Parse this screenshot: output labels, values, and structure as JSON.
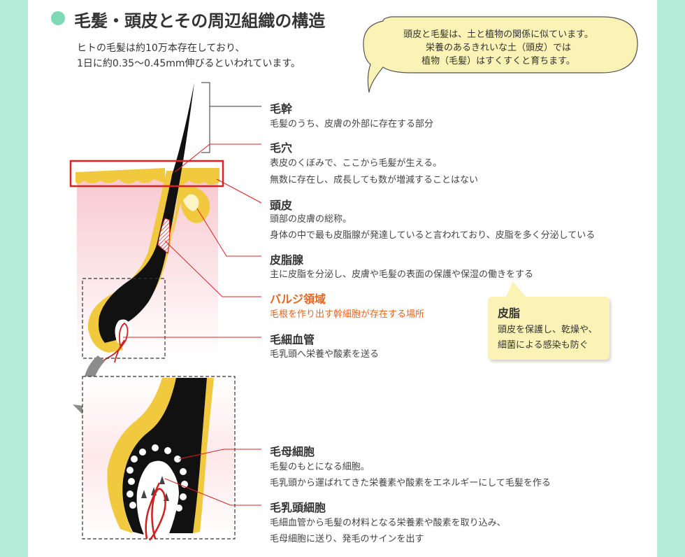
{
  "header": {
    "title": "毛髪・頭皮とその周辺組織の構造",
    "subtitle_line1": "ヒトの毛髪は約10万本存在しており、",
    "subtitle_line2": "1日に約0.35〜0.45mm伸びるといわれています。"
  },
  "bubble": {
    "line1": "頭皮と毛髪は、土と植物の関係に似ています。",
    "line2": "栄養のあるきれいな土（頭皮）では",
    "line3": "植物（毛髪）はすくすくと育ちます。"
  },
  "labels": [
    {
      "title": "毛幹",
      "desc1": "毛髪のうち、皮膚の外部に存在する部分"
    },
    {
      "title": "毛穴",
      "desc1": "表皮のくぼみで、ここから毛髪が生える。",
      "desc2": "無数に存在し、成長しても数が増減することはない"
    },
    {
      "title": "頭皮",
      "desc1": "頭部の皮膚の総称。",
      "desc2": "身体の中で最も皮脂腺が発達していると言われており、皮脂を多く分泌している"
    },
    {
      "title": "皮脂腺",
      "desc1": "主に皮脂を分泌し、皮膚や毛髪の表面の保護や保湿の働きをする"
    },
    {
      "title": "バルジ領域",
      "desc1": "毛根を作り出す幹細胞が存在する場所"
    },
    {
      "title": "毛細血管",
      "desc1": "毛乳頭へ栄養や酸素を送る"
    },
    {
      "title": "毛母細胞",
      "desc1": "毛髪のもとになる細胞。",
      "desc2": "毛乳頭から運ばれてきた栄養素や酸素をエネルギーにして毛髪を作る"
    },
    {
      "title": "毛乳頭細胞",
      "desc1": "毛細血管から毛髪の材料となる栄養素や酸素を取り込み、",
      "desc2": "毛母細胞に送り、発毛のサインを出す"
    }
  ],
  "note": {
    "title": "皮脂",
    "line1": "頭皮を保護し、乾燥や、",
    "line2": "細菌による感染も防ぐ"
  },
  "colors": {
    "background": "#b3ecd8",
    "accent_dot": "#7fd9b7",
    "skin_yellow": "#f0c93e",
    "highlight_red": "#e02020",
    "bulge_orange": "#e8641e",
    "bubble_fill": "#fbf3b6"
  }
}
